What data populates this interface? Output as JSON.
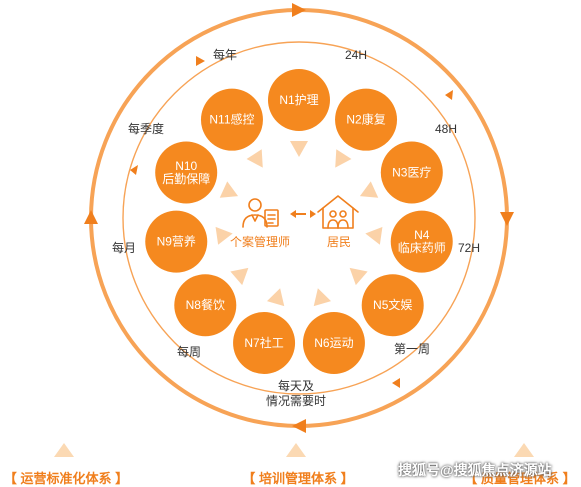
{
  "diagram": {
    "colors": {
      "accent": "#f07f1d",
      "node_fill": "#f5891f",
      "ring": "#f7a356",
      "arrow_light": "#fbd2a8"
    },
    "nodes": [
      {
        "label_lines": [
          "N1护理"
        ]
      },
      {
        "label_lines": [
          "N2康复"
        ]
      },
      {
        "label_lines": [
          "N3医疗"
        ]
      },
      {
        "label_lines": [
          "N4",
          "临床药师"
        ]
      },
      {
        "label_lines": [
          "N5文娱"
        ]
      },
      {
        "label_lines": [
          "N6运动"
        ]
      },
      {
        "label_lines": [
          "N7社工"
        ]
      },
      {
        "label_lines": [
          "N8餐饮"
        ]
      },
      {
        "label_lines": [
          "N9营养"
        ]
      },
      {
        "label_lines": [
          "N10",
          "后勤保障"
        ]
      },
      {
        "label_lines": [
          "N11感控"
        ]
      }
    ],
    "center": {
      "manager_label": "个案管理师",
      "resident_label": "居民",
      "manager_icon": "case-manager-icon",
      "resident_icon": "house-family-icon"
    },
    "frequency_labels": {
      "top_left": "每年",
      "top_right": "24H",
      "right_upper": "48H",
      "right": "72H",
      "right_lower": "第一周",
      "bottom_line1": "每天及",
      "bottom_line2": "情况需要时",
      "left_lower": "每周",
      "left": "每月",
      "left_upper": "每季度"
    }
  },
  "footer": {
    "systems": [
      "【 运营标准化体系 】",
      "【 培训管理体系 】",
      "【 质量管理体系 】"
    ],
    "watermark": "搜狐号@搜狐焦点济源站"
  }
}
